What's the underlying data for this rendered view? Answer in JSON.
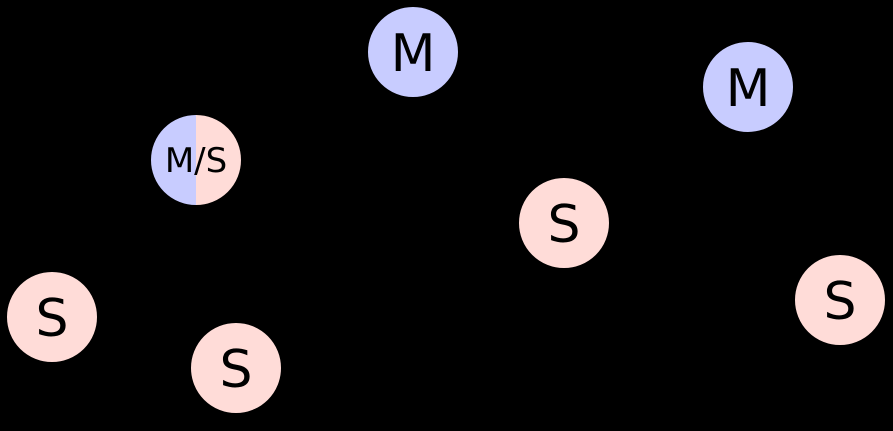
{
  "colors": {
    "background": "#000000",
    "master": "#c8ccff",
    "slave": "#ffdcd8"
  },
  "nodes": [
    {
      "label": "M",
      "role": "master"
    },
    {
      "label": "M",
      "role": "master"
    },
    {
      "label": "M/S",
      "role": "master-slave"
    },
    {
      "label": "S",
      "role": "slave"
    },
    {
      "label": "S",
      "role": "slave"
    },
    {
      "label": "S",
      "role": "slave"
    },
    {
      "label": "S",
      "role": "slave"
    }
  ]
}
